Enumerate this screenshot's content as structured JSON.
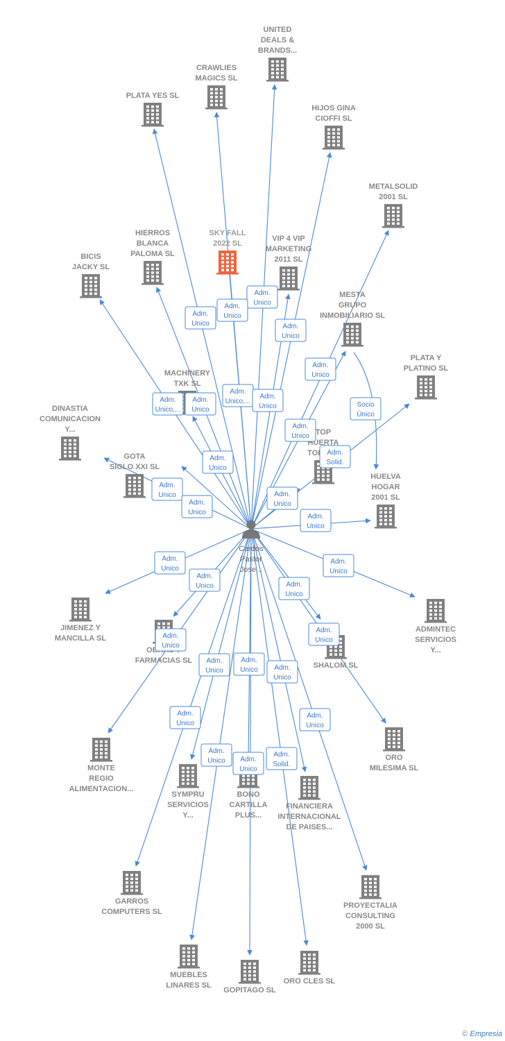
{
  "center": {
    "label_lines": [
      "Cardos",
      "Pastor",
      "Jose..."
    ]
  },
  "companies": [
    {
      "id": "united",
      "lines": [
        "UNITED",
        "DEALS &",
        "BRANDS..."
      ],
      "focus": false
    },
    {
      "id": "crawlies",
      "lines": [
        "CRAWLIES",
        "MAGICS SL"
      ],
      "focus": false
    },
    {
      "id": "platayes",
      "lines": [
        "PLATA YES SL"
      ],
      "focus": false
    },
    {
      "id": "hijos",
      "lines": [
        "HIJOS GINA",
        "CIOFFI SL"
      ],
      "focus": false
    },
    {
      "id": "metalsolid",
      "lines": [
        "METALSOLID",
        "2001 SL"
      ],
      "focus": false
    },
    {
      "id": "skyfall",
      "lines": [
        "SKY FALL",
        "2022  SL"
      ],
      "focus": true
    },
    {
      "id": "hierros",
      "lines": [
        "HIERROS",
        "BLANCA",
        "PALOMA SL"
      ],
      "focus": false
    },
    {
      "id": "vip4",
      "lines": [
        "VIP 4 VIP",
        "MARKETING",
        "2011 SL"
      ],
      "focus": false
    },
    {
      "id": "bicis",
      "lines": [
        "BICIS",
        "JACKY SL"
      ],
      "focus": false
    },
    {
      "id": "mesta",
      "lines": [
        "MESTA",
        "GRUPO",
        "INMOBILIARIO SL"
      ],
      "focus": false
    },
    {
      "id": "platino",
      "lines": [
        "PLATA Y",
        "PLATINO SL"
      ],
      "focus": false
    },
    {
      "id": "machinery",
      "lines": [
        "MACHINERY",
        "TXK SL"
      ],
      "focus": false
    },
    {
      "id": "dinastia",
      "lines": [
        "DINASTIA",
        "COMUNICACION",
        "Y..."
      ],
      "focus": false
    },
    {
      "id": "toptoledo",
      "lines": [
        "TOP",
        "HUERTA",
        "TOLEDO"
      ],
      "focus": false
    },
    {
      "id": "gota",
      "lines": [
        "GOTA",
        "SIGLO XXI SL"
      ],
      "focus": false
    },
    {
      "id": "huelva",
      "lines": [
        "HUELVA",
        "HOGAR",
        "2001 SL"
      ],
      "focus": false
    },
    {
      "id": "jimenez",
      "lines": [
        "JIMENEZ Y",
        "MANCILLA SL"
      ],
      "focus": false
    },
    {
      "id": "obras",
      "lines": [
        "OBRAS Y",
        "FARMACIAS SL"
      ],
      "focus": false
    },
    {
      "id": "admintec",
      "lines": [
        "ADMINTEC",
        "SERVICIOS",
        "Y..."
      ],
      "focus": false
    },
    {
      "id": "shalom",
      "lines": [
        "SHALOM SL"
      ],
      "focus": false
    },
    {
      "id": "oromilesima",
      "lines": [
        "ORO",
        "MILESIMA SL"
      ],
      "focus": false
    },
    {
      "id": "monte",
      "lines": [
        "MONTE",
        "REGIO",
        "ALIMENTACION..."
      ],
      "focus": false
    },
    {
      "id": "sympru",
      "lines": [
        "SYMPRU",
        "SERVICIOS",
        "Y..."
      ],
      "focus": false
    },
    {
      "id": "bono",
      "lines": [
        "BONO",
        "CARTILLA",
        "PLUS..."
      ],
      "focus": false
    },
    {
      "id": "financiera",
      "lines": [
        "FINANCIERA",
        "INTERNACIONAL",
        "DE PAISES..."
      ],
      "focus": false
    },
    {
      "id": "garros",
      "lines": [
        "GARROS",
        "COMPUTERS SL"
      ],
      "focus": false
    },
    {
      "id": "proyectalia",
      "lines": [
        "PROYECTALIA",
        "CONSULTING",
        "2000 SL"
      ],
      "focus": false
    },
    {
      "id": "muebles",
      "lines": [
        "MUEBLES",
        "LINARES SL"
      ],
      "focus": false
    },
    {
      "id": "gopitago",
      "lines": [
        "GOPITAGO SL"
      ],
      "focus": false
    },
    {
      "id": "orocles",
      "lines": [
        "ORO CLES SL"
      ],
      "focus": false
    }
  ],
  "relations": [
    {
      "target": "united",
      "lines": [
        "Adm.",
        "Unico"
      ]
    },
    {
      "target": "crawlies",
      "lines": [
        "Adm.",
        "Unico,..."
      ]
    },
    {
      "target": "platayes",
      "lines": [
        "Adm.",
        "Unico"
      ]
    },
    {
      "target": "hijos",
      "lines": [
        "Adm.",
        "Unico"
      ]
    },
    {
      "target": "metalsolid",
      "lines": [
        "Adm.",
        "Unico"
      ]
    },
    {
      "target": "skyfall",
      "lines": [
        "Adm.",
        "Unico"
      ]
    },
    {
      "target": "hierros",
      "lines": [
        "Adm.",
        "Unico"
      ]
    },
    {
      "target": "vip4",
      "lines": [
        "Adm.",
        "Unico"
      ]
    },
    {
      "target": "bicis",
      "lines": [
        "Adm.",
        "Unico,..."
      ]
    },
    {
      "target": "mesta",
      "lines": [
        "Adm.",
        "Unico"
      ]
    },
    {
      "target": "platino",
      "lines": [
        "Adm.",
        "Solid."
      ]
    },
    {
      "target": "machinery",
      "lines": [
        "Adm.",
        "Unico"
      ]
    },
    {
      "target": "dinastia",
      "lines": [
        "Adm.",
        "Unico"
      ]
    },
    {
      "target": "toptoledo",
      "lines": [
        "Adm.",
        "Unico"
      ]
    },
    {
      "target": "gota",
      "lines": [
        "Adm.",
        "Unico"
      ]
    },
    {
      "target": "huelva",
      "lines": [
        "Adm.",
        "Unico"
      ]
    },
    {
      "target": "jimenez",
      "lines": [
        "Adm.",
        "Unico"
      ]
    },
    {
      "target": "obras",
      "lines": [
        "Adm.",
        "Unico"
      ]
    },
    {
      "target": "admintec",
      "lines": [
        "Adm.",
        "Unico"
      ]
    },
    {
      "target": "shalom",
      "lines": [
        "Adm.",
        "Unico"
      ]
    },
    {
      "target": "oromilesima",
      "lines": [
        "Adm.",
        "Unico"
      ]
    },
    {
      "target": "monte",
      "lines": [
        "Adm.",
        "Unico"
      ]
    },
    {
      "target": "sympru",
      "lines": [
        "Adm.",
        "Unico"
      ]
    },
    {
      "target": "bono",
      "lines": [
        "Adm.",
        "Unico"
      ]
    },
    {
      "target": "financiera",
      "lines": [
        "Adm.",
        "Unico"
      ]
    },
    {
      "target": "garros",
      "lines": [
        "Adm.",
        "Unico"
      ]
    },
    {
      "target": "proyectalia",
      "lines": [
        "Adm.",
        "Unico"
      ]
    },
    {
      "target": "muebles",
      "lines": [
        "Adm.",
        "Unico"
      ]
    },
    {
      "target": "gopitago",
      "lines": [
        "Adm.",
        "Unico"
      ]
    },
    {
      "target": "orocles",
      "lines": [
        "Adm.",
        "Solid."
      ]
    }
  ],
  "company_links": [
    {
      "from": "mesta",
      "to": "huelva",
      "lines": [
        "Socio",
        "Único"
      ]
    }
  ],
  "colors": {
    "edge": "#4a88d8",
    "building": "#808080",
    "focus_building": "#f0643c"
  },
  "footer": {
    "symbol": "©",
    "brand": "Empresia"
  }
}
